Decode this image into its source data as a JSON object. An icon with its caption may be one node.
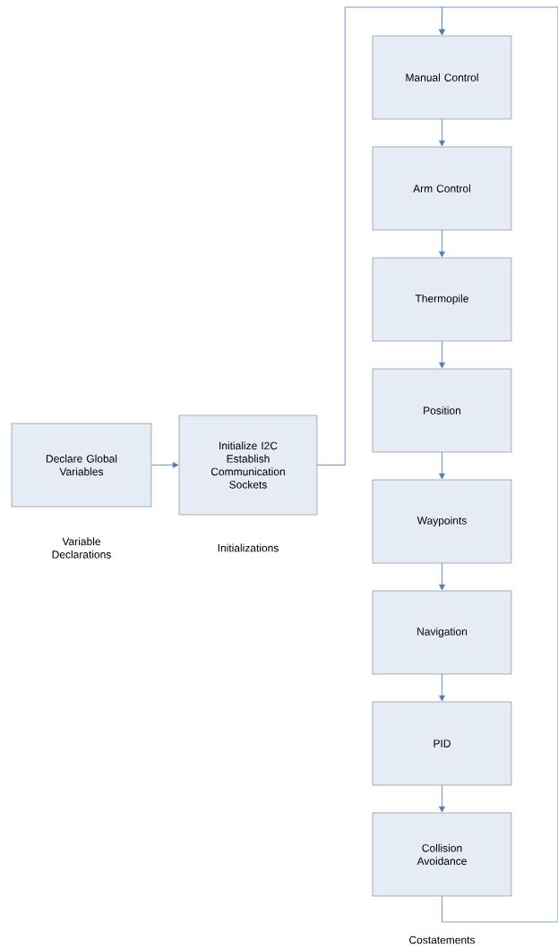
{
  "diagram": {
    "nodes": [
      {
        "text": [
          "Declare Global Variables"
        ],
        "beside": [
          "Variable Declarations"
        ]
      },
      {
        "text": [
          "Initialize I2C Establish Communication Sockets"
        ],
        "beside": [
          "Initializations"
        ]
      },
      {
        "text": [
          "Manual Control"
        ]
      },
      {
        "text": [
          "Arm Control"
        ]
      },
      {
        "text": [
          "Thermopile"
        ]
      },
      {
        "text": [
          "Position"
        ]
      },
      {
        "text": [
          "Waypoints"
        ]
      },
      {
        "text": [
          "Navigation"
        ]
      },
      {
        "text": [
          "PID"
        ]
      },
      {
        "text": [
          "Collision Avoidance"
        ]
      }
    ],
    "edges": [
      {
        "from": 0,
        "to": 1,
        "arrow": "to"
      },
      {
        "from": 1,
        "to": 2,
        "arrow": "to"
      },
      {
        "from": 2,
        "to": 3,
        "arrow": "to"
      },
      {
        "from": 3,
        "to": 4,
        "arrow": "to"
      },
      {
        "from": 4,
        "to": 5,
        "arrow": "to"
      },
      {
        "from": 5,
        "to": 6,
        "arrow": "to"
      },
      {
        "from": 6,
        "to": 7,
        "arrow": "to"
      },
      {
        "from": 7,
        "to": 8,
        "arrow": "to"
      },
      {
        "from": 8,
        "to": 9,
        "arrow": "to"
      },
      {
        "from": 9,
        "to": 2,
        "arrow": "to"
      }
    ],
    "labels": [
      "Costatements"
    ]
  }
}
